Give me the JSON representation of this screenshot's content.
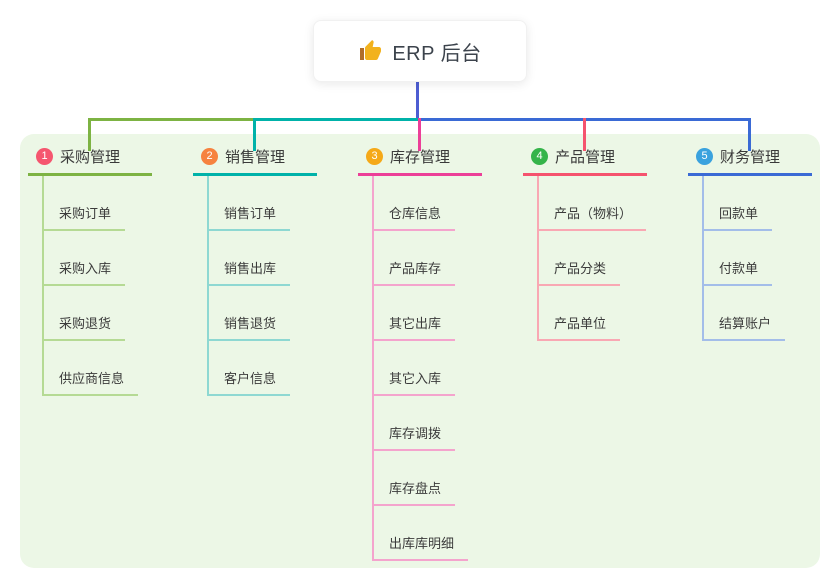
{
  "root": {
    "title": "ERP 后台",
    "icon": "thumbs-up-icon",
    "icon_color": "#f2b21d",
    "icon_cuff_color": "#b06e2a"
  },
  "connector": {
    "root_line_color": "#4d5dd2"
  },
  "panel": {
    "background": "#ecf7e6"
  },
  "branches": [
    {
      "number": "1",
      "label": "采购管理",
      "badge_color": "#f5566f",
      "main_color": "#7db343",
      "light_color": "#b5da94",
      "children": [
        "采购订单",
        "采购入库",
        "采购退货",
        "供应商信息"
      ]
    },
    {
      "number": "2",
      "label": "销售管理",
      "badge_color": "#f6823f",
      "main_color": "#00b2a9",
      "light_color": "#8ed8d2",
      "children": [
        "销售订单",
        "销售出库",
        "销售退货",
        "客户信息"
      ]
    },
    {
      "number": "3",
      "label": "库存管理",
      "badge_color": "#f5a918",
      "main_color": "#ec3f98",
      "light_color": "#f4a4cd",
      "children": [
        "仓库信息",
        "产品库存",
        "其它出库",
        "其它入库",
        "库存调拨",
        "库存盘点",
        "出库库明细"
      ]
    },
    {
      "number": "4",
      "label": "产品管理",
      "badge_color": "#35b44a",
      "main_color": "#f5536e",
      "light_color": "#f9a8b3",
      "children": [
        "产品（物料）",
        "产品分类",
        "产品单位"
      ]
    },
    {
      "number": "5",
      "label": "财务管理",
      "badge_color": "#3aa2de",
      "main_color": "#3a6ad5",
      "light_color": "#a3bde9",
      "children": [
        "回款单",
        "付款单",
        "结算账户"
      ]
    }
  ]
}
